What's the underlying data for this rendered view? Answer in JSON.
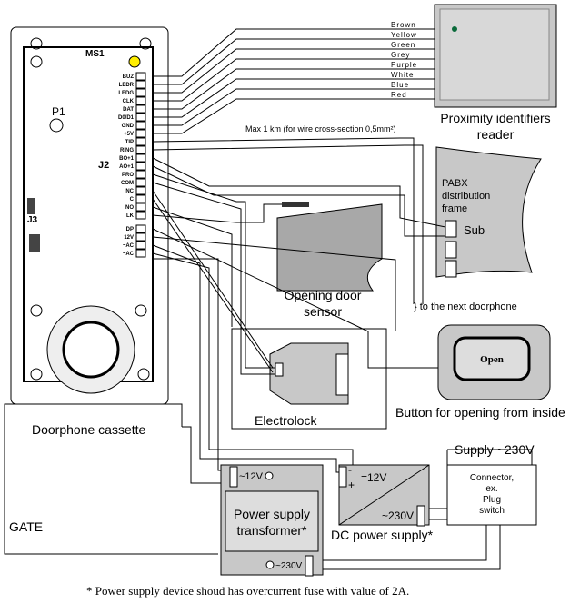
{
  "colors": {
    "device_fill": "#c8c8c8",
    "board_fill": "#ffffff",
    "led": "#0a6a3a",
    "fuse_marker": "#ffee00"
  },
  "cassette": {
    "label": "Doorphone cassette",
    "board_labels": {
      "ms1": "MS1",
      "p1": "P1",
      "j2": "J2",
      "j3": "J3"
    },
    "terminals_upper": [
      "BUZ",
      "LEDR",
      "LEDG",
      "CLK",
      "DAT",
      "D0/D1",
      "GND",
      "+5V"
    ],
    "terminals_lower": [
      "TIP",
      "RING",
      "BO+1",
      "AO+1",
      "PRO",
      "COM",
      "NC",
      "C",
      "NO",
      "LK"
    ],
    "terminals_power": [
      "DP",
      "12V",
      "~AC",
      "~AC"
    ]
  },
  "reader": {
    "label_line1": "Proximity identifiers",
    "label_line2": "reader",
    "wires": [
      "Brown",
      "Yellow",
      "Green",
      "Grey",
      "Purple",
      "White",
      "Blue",
      "Red"
    ]
  },
  "max_note": "Max 1 km (for wire cross-section 0,5mm²)",
  "pabx": {
    "line1": "PABX",
    "line2": "distribution",
    "line3": "frame",
    "sub": "Sub"
  },
  "next_doorphone": "} to the next doorphone",
  "sensor": {
    "line1": "Opening door",
    "line2": "sensor"
  },
  "open_button": {
    "label": "Open",
    "caption": "Button for opening from inside"
  },
  "electrolock": {
    "label": "Electrolock"
  },
  "gate": {
    "label": "GATE"
  },
  "transformer": {
    "line1": "Power supply",
    "line2": "transformer*",
    "out": "~12V",
    "in": "~230V"
  },
  "dc_supply": {
    "label": "DC power supply*",
    "out": "=12V",
    "minus": "-",
    "plus": "+",
    "in": "~230V"
  },
  "connector": {
    "supply": "Supply ~230V",
    "line1": "Connector,",
    "line2": "ex.",
    "line3": "Plug",
    "line4": "switch"
  },
  "footnote": "* Power supply device shoud has overcurrent fuse with value of  2A."
}
